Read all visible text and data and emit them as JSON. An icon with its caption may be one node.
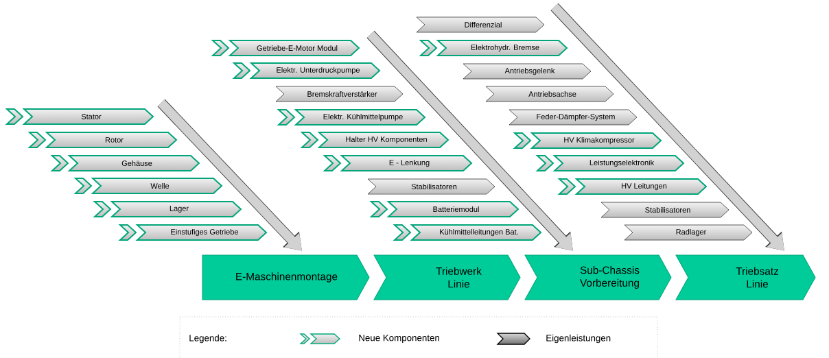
{
  "diagram": {
    "nodes": [
      {
        "text": [
          "Stator"
        ]
      },
      {
        "text": [
          "Rotor"
        ]
      },
      {
        "text": [
          "Gehäuse"
        ]
      },
      {
        "text": [
          "Welle"
        ]
      },
      {
        "text": [
          "Lager"
        ]
      },
      {
        "text": [
          "Einstufiges Getriebe"
        ]
      },
      {
        "text": [
          "Getriebe-E-Motor Modul"
        ]
      },
      {
        "text": [
          "Elektr. Unterdruckpumpe"
        ]
      },
      {
        "text": [
          "Bremskraftverstärker"
        ]
      },
      {
        "text": [
          "Elektr. Kühlmittelpumpe"
        ]
      },
      {
        "text": [
          "Halter HV Komponenten"
        ]
      },
      {
        "text": [
          "E - Lenkung"
        ]
      },
      {
        "text": [
          "Stabilisatoren"
        ]
      },
      {
        "text": [
          "Batteriemodul"
        ]
      },
      {
        "text": [
          "Kühlmittelleitungen Bat."
        ]
      },
      {
        "text": [
          "Differenzial"
        ]
      },
      {
        "text": [
          "Elektrohydr. Bremse"
        ]
      },
      {
        "text": [
          "Antriebsgelenk"
        ]
      },
      {
        "text": [
          "Antriebsachse"
        ]
      },
      {
        "text": [
          "Feder-Dämpfer-System"
        ]
      },
      {
        "text": [
          "HV Klimakompressor"
        ]
      },
      {
        "text": [
          "Leistungselektronik"
        ]
      },
      {
        "text": [
          "HV Leitungen"
        ]
      },
      {
        "text": [
          "Stabilisatoren"
        ]
      },
      {
        "text": [
          "Radlager"
        ]
      },
      {
        "text": [
          "E-Maschinenmontage"
        ]
      },
      {
        "text": [
          "Triebwerk Linie"
        ]
      },
      {
        "text": [
          "Sub-Chassis Vorbereitung"
        ]
      },
      {
        "text": [
          "Triebsatz Linie"
        ]
      }
    ],
    "edges": [
      {
        "from": null,
        "to": 25,
        "arrow": "to"
      },
      {
        "from": null,
        "to": 27,
        "arrow": "to"
      },
      {
        "from": null,
        "to": 28,
        "arrow": "to"
      }
    ],
    "labels": [
      "Legende:"
    ],
    "legend": [
      {
        "text": "Neue Komponenten"
      },
      {
        "text": "Eigenleistungen"
      }
    ]
  }
}
